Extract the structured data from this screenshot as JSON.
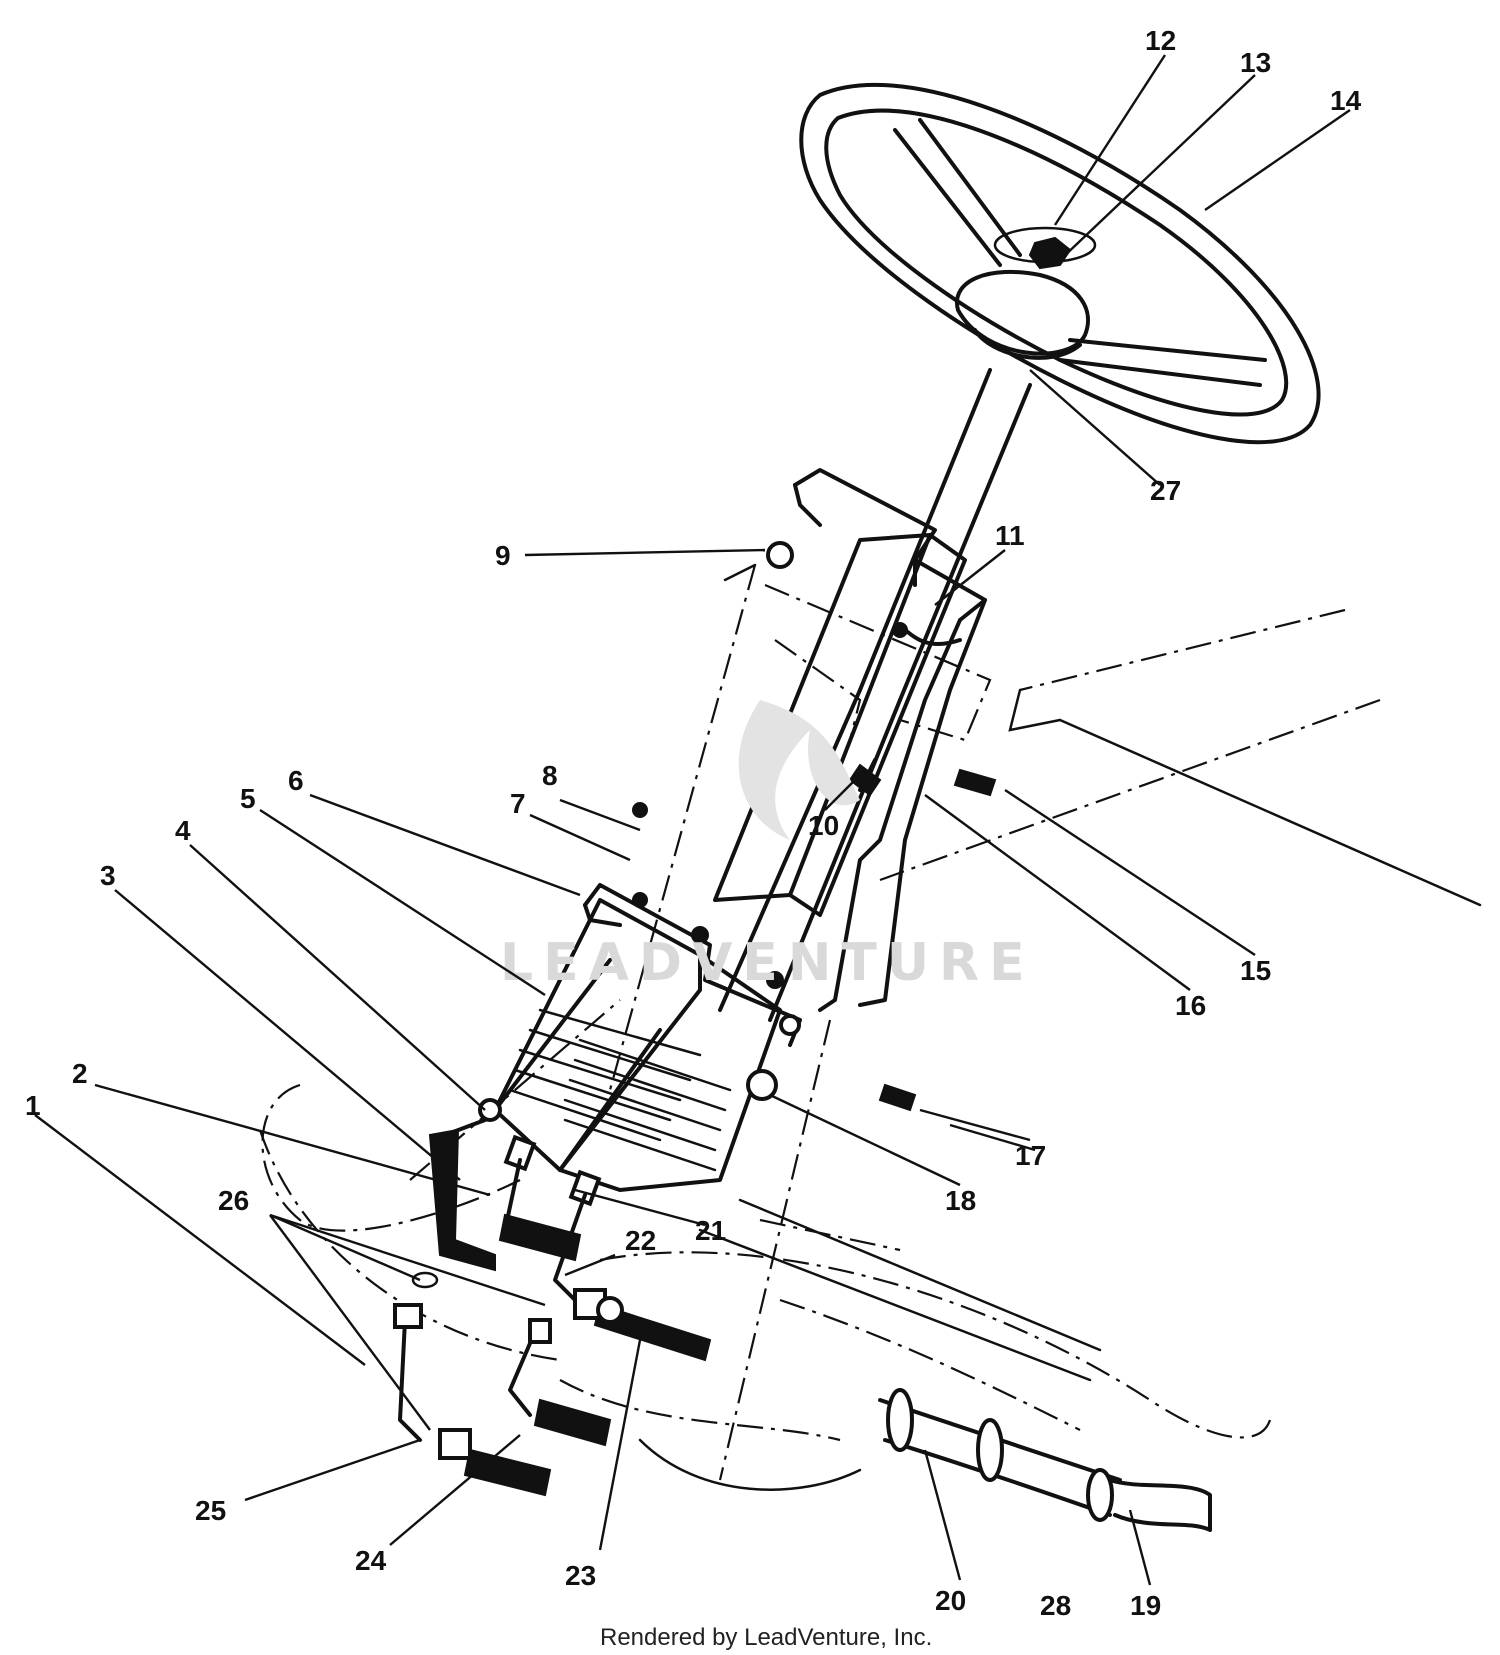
{
  "watermark": "LEADVENTURE",
  "credit": "Rendered by LeadVenture, Inc.",
  "callouts": [
    "1",
    "2",
    "3",
    "4",
    "5",
    "6",
    "7",
    "8",
    "9",
    "10",
    "11",
    "12",
    "13",
    "14",
    "15",
    "16",
    "17",
    "18",
    "19",
    "20",
    "21",
    "22",
    "23",
    "24",
    "25",
    "26",
    "27",
    "28"
  ]
}
